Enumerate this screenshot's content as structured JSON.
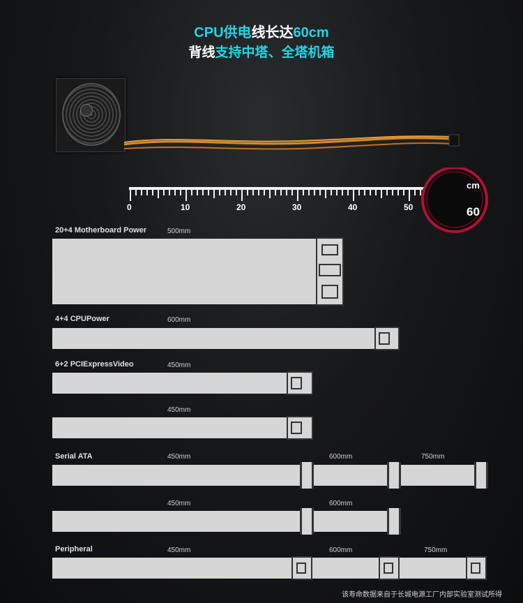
{
  "heading": {
    "line1_a": "CPU供电",
    "line1_b": "线长达",
    "line1_c": "60cm",
    "line2_a": "背线",
    "line2_b": "支持中塔、全塔机箱"
  },
  "ruler": {
    "ticks": [
      "0",
      "10",
      "20",
      "30",
      "40",
      "50"
    ],
    "unit": "cm",
    "end_value": "60"
  },
  "rows": [
    {
      "label": "20+4 Motherboard Power",
      "lengths": [
        "500mm"
      ]
    },
    {
      "label": "4+4 CPUPower",
      "lengths": [
        "600mm"
      ]
    },
    {
      "label": "6+2 PCIExpressVideo",
      "lengths": [
        "450mm"
      ]
    },
    {
      "label": "",
      "lengths": [
        "450mm"
      ]
    },
    {
      "label": "Serial ATA",
      "lengths": [
        "450mm",
        "600mm",
        "750mm"
      ]
    },
    {
      "label": "",
      "lengths": [
        "450mm",
        "600mm"
      ]
    },
    {
      "label": "Peripheral",
      "lengths": [
        "450mm",
        "600mm",
        "750mm"
      ]
    }
  ],
  "footnote": "该寿命数据来自于长城电源工厂内部实验室测试所得",
  "colors": {
    "accent": "#1fd6e6",
    "bar": "#d6d6d6",
    "ring": "#b0103a"
  }
}
